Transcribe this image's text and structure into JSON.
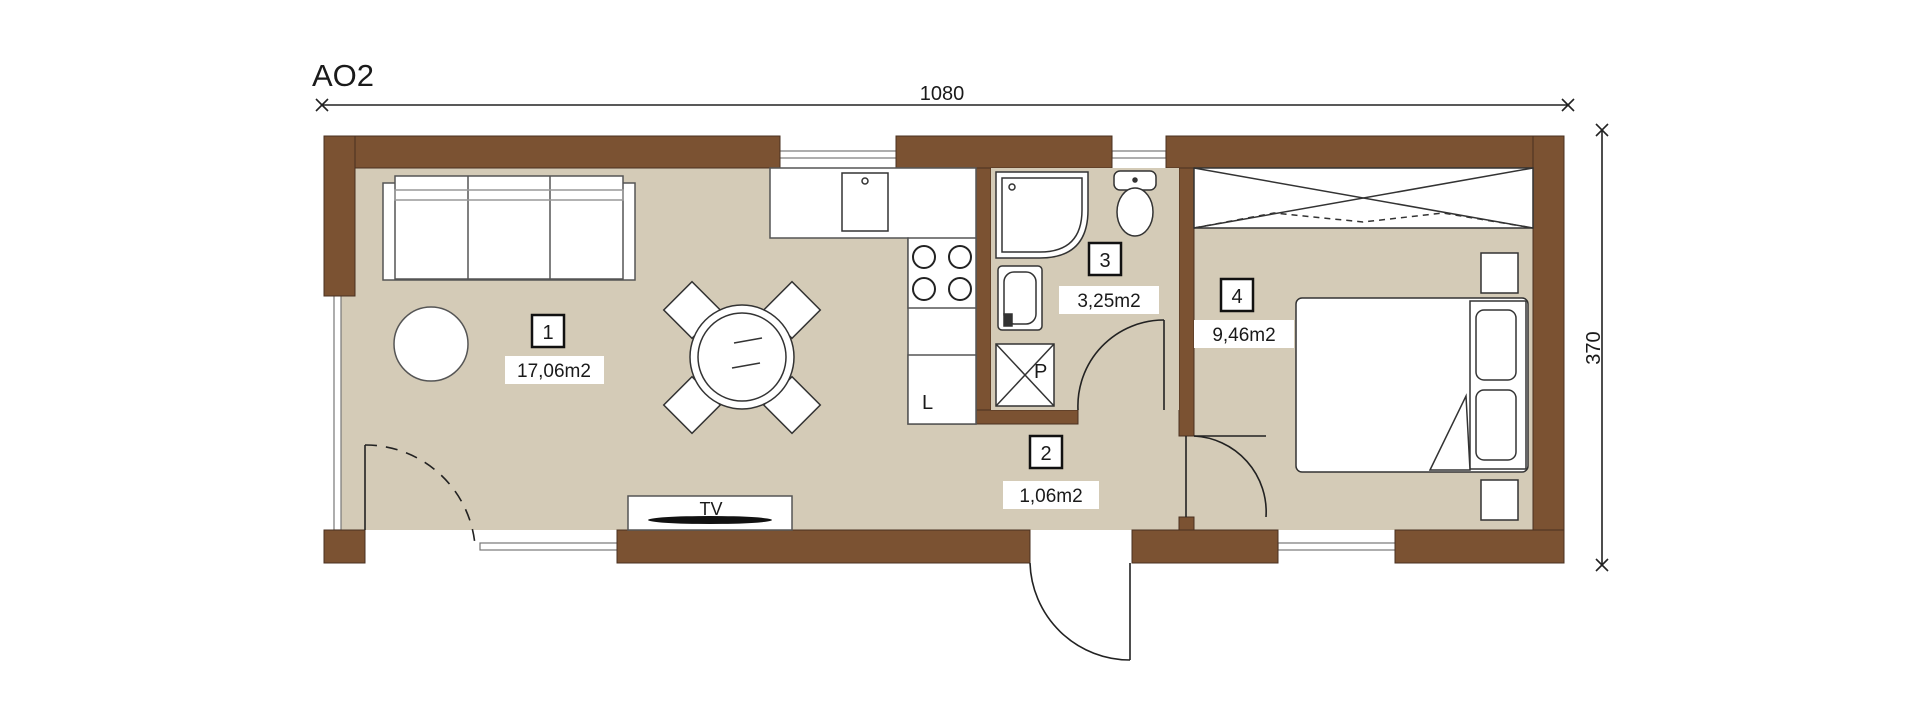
{
  "title": "AO2",
  "dimensions": {
    "width_label": "1080",
    "height_label": "370"
  },
  "rooms": [
    {
      "number": "1",
      "area": "17,06m2"
    },
    {
      "number": "2",
      "area": "1,06m2"
    },
    {
      "number": "3",
      "area": "3,25m2"
    },
    {
      "number": "4",
      "area": "9,46m2"
    }
  ],
  "fixtures": {
    "tv_label": "TV",
    "fridge_label": "L",
    "washer_label": "P"
  },
  "colors": {
    "wall": "#7b5232",
    "floor": "#d4cbb7",
    "line": "#222222"
  }
}
